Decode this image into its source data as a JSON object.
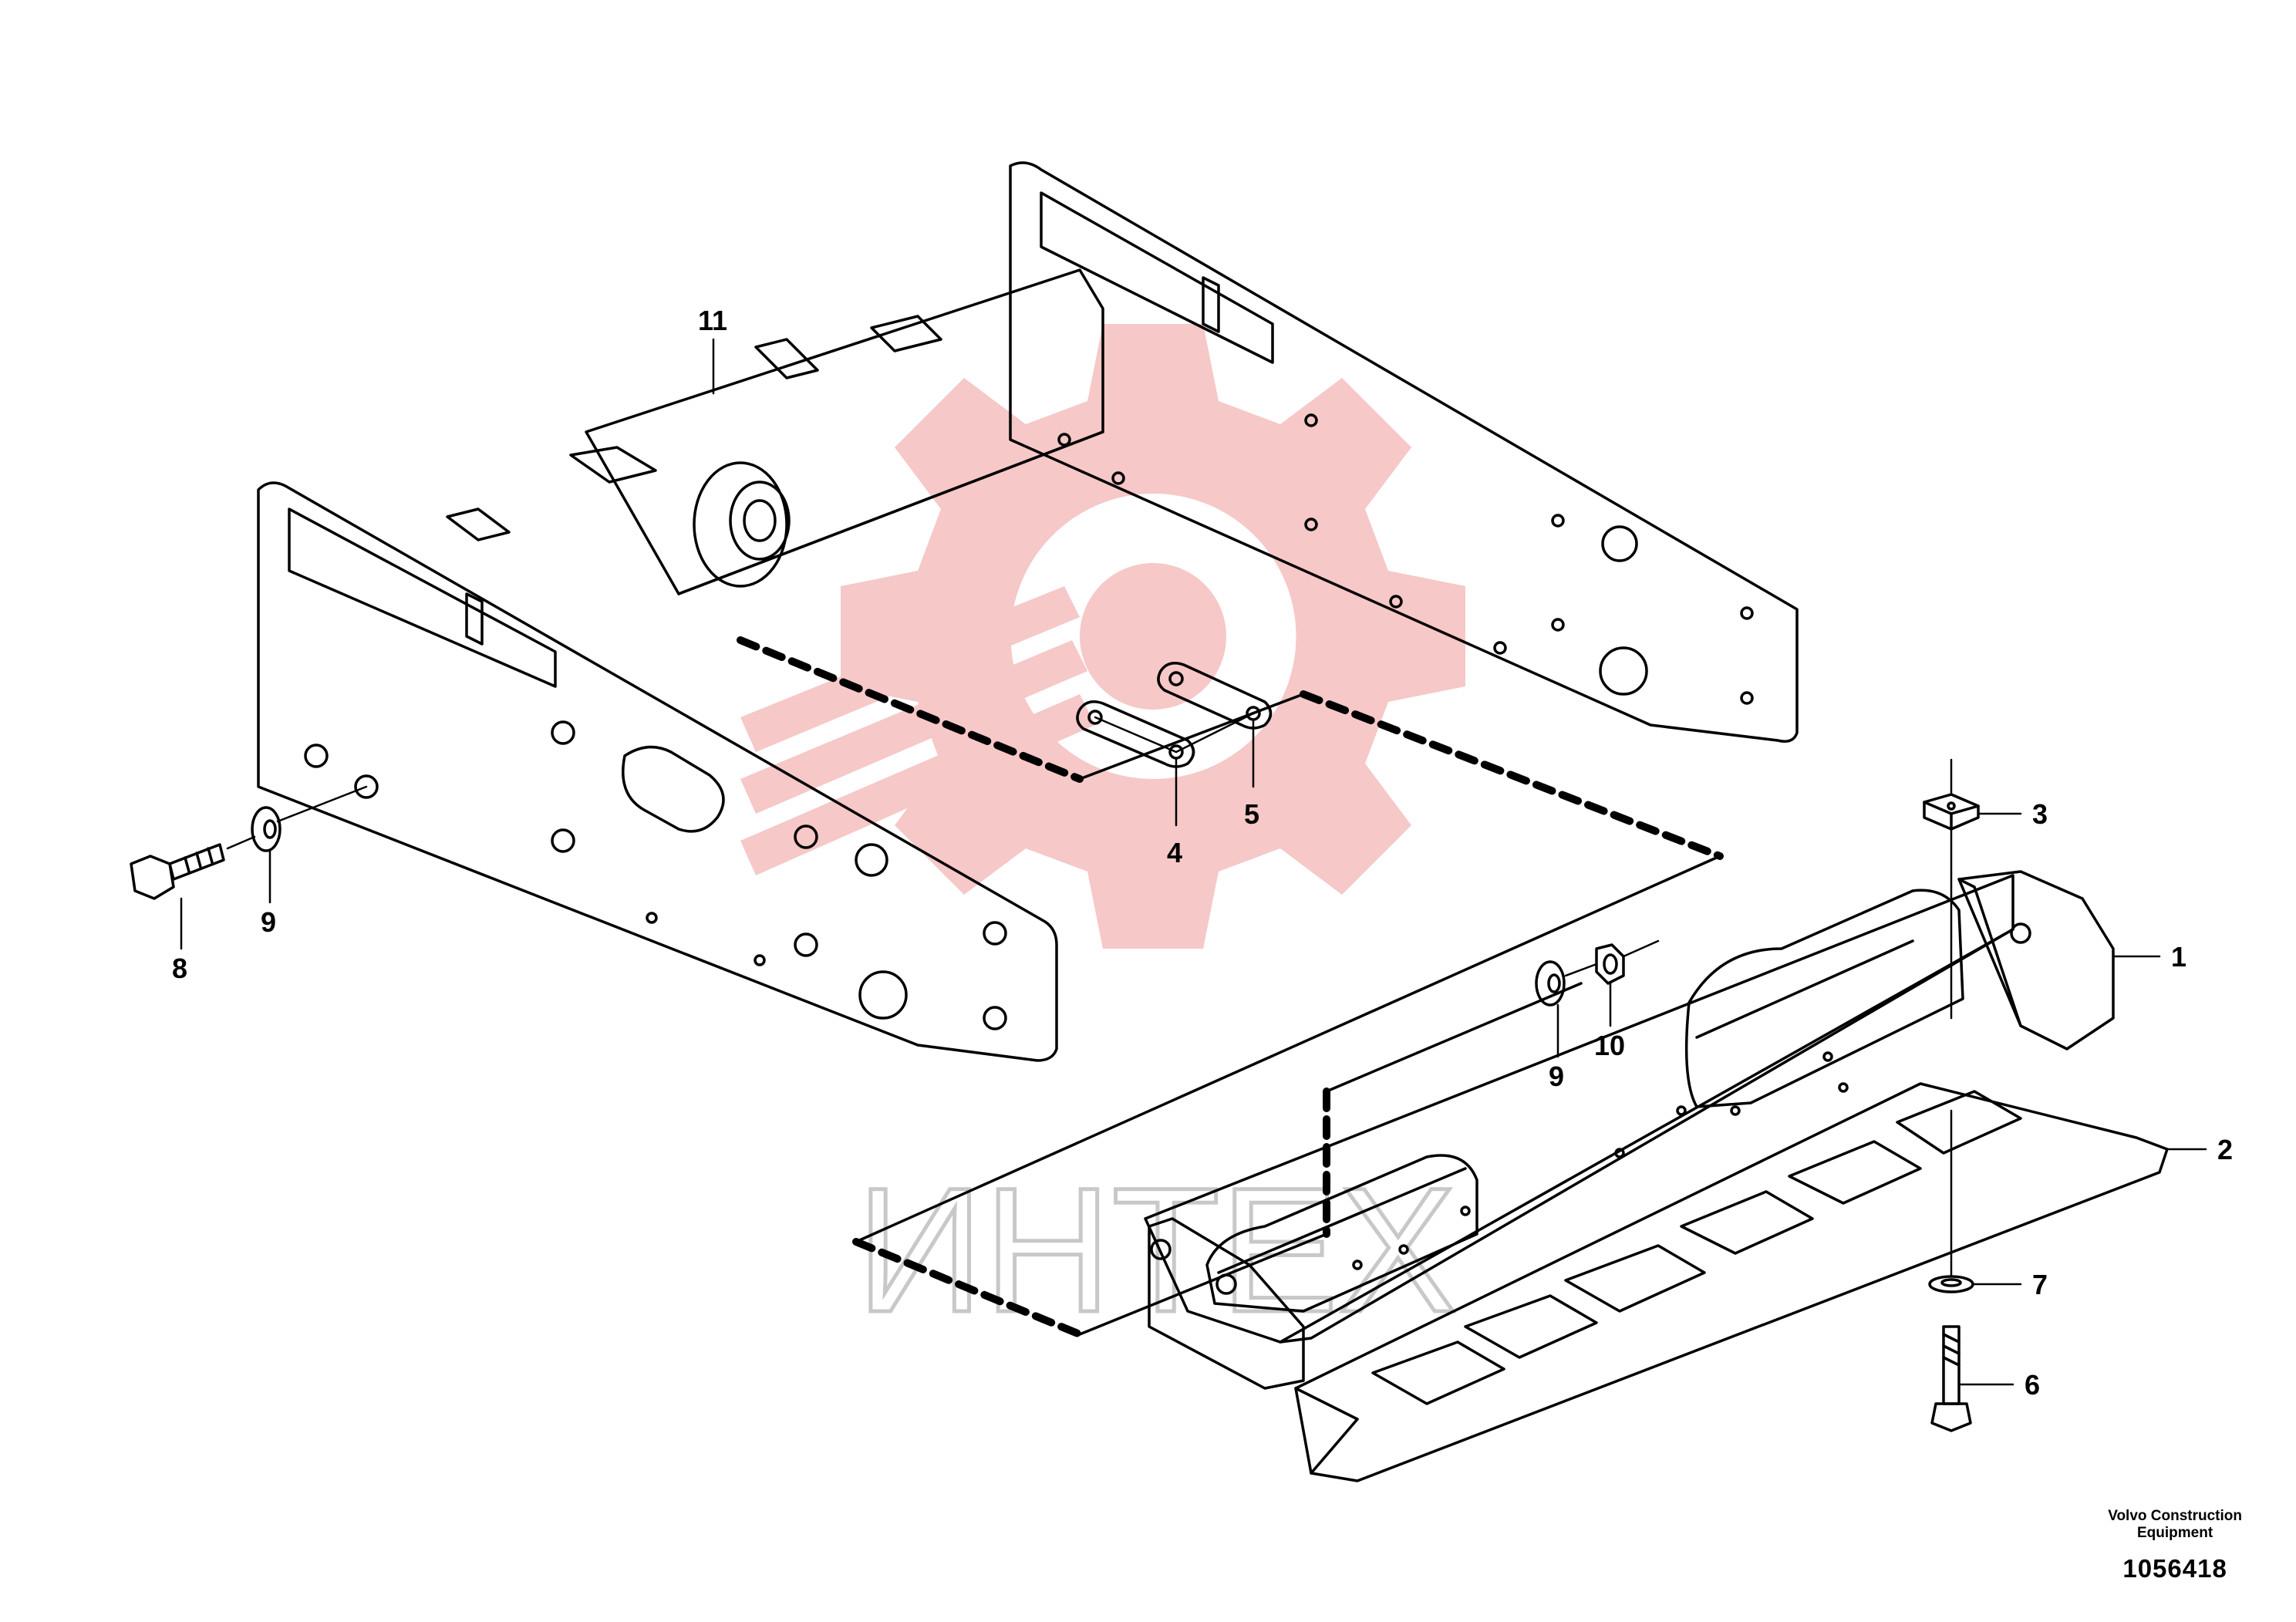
{
  "callouts": [
    {
      "id": "11",
      "label": "11"
    },
    {
      "id": "5",
      "label": "5"
    },
    {
      "id": "4",
      "label": "4"
    },
    {
      "id": "3",
      "label": "3"
    },
    {
      "id": "1",
      "label": "1"
    },
    {
      "id": "2",
      "label": "2"
    },
    {
      "id": "7",
      "label": "7"
    },
    {
      "id": "6",
      "label": "6"
    },
    {
      "id": "8",
      "label": "8"
    },
    {
      "id": "9a",
      "label": "9"
    },
    {
      "id": "9b",
      "label": "9"
    },
    {
      "id": "10",
      "label": "10"
    }
  ],
  "watermark": {
    "text": "ИНТЕХ",
    "color": "#f6c8c8"
  },
  "footer": {
    "brand_line1": "Volvo Construction",
    "brand_line2": "Equipment",
    "code": "1056418"
  },
  "colors": {
    "line": "#000000",
    "watermark": "#f6c8c8",
    "watermark_text": "#c8c8c8"
  }
}
